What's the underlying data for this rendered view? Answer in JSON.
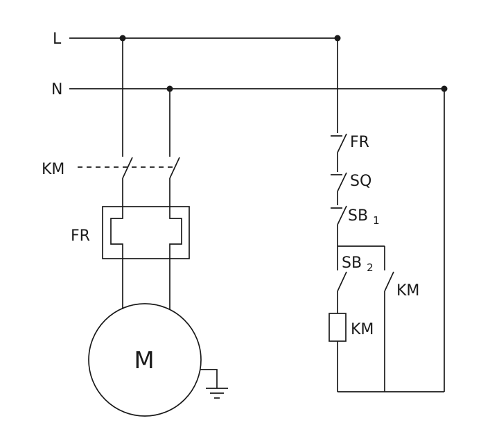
{
  "labels": {
    "supply_l": "L",
    "supply_n": "N",
    "km_main": "KM",
    "fr_heater": "FR",
    "motor": "M",
    "fr_contact": "FR",
    "sq_contact": "SQ",
    "sb1": {
      "base": "SB",
      "sub": "1"
    },
    "sb2": {
      "base": "SB",
      "sub": "2"
    },
    "km_aux": "KM",
    "km_coil": "KM"
  },
  "colors": {
    "line": "#1a1a1a",
    "background": "#ffffff"
  }
}
